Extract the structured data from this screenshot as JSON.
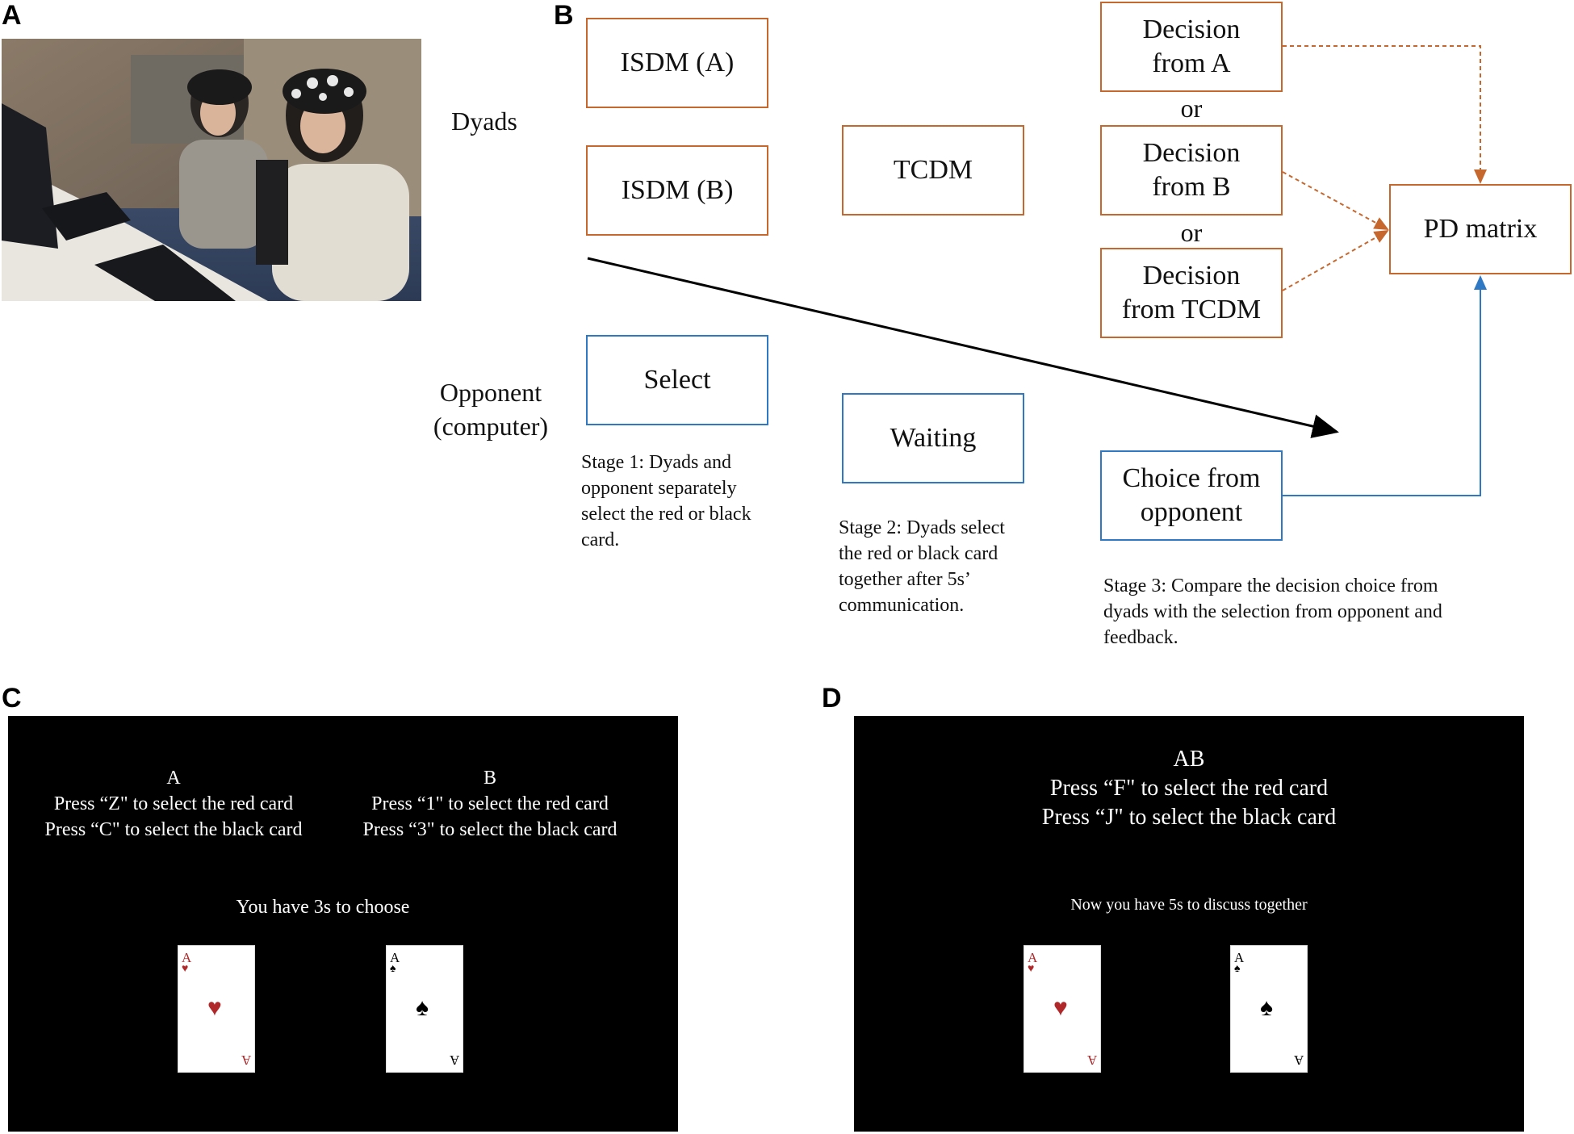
{
  "panel_letters": {
    "a": "A",
    "b": "B",
    "c": "C",
    "d": "D"
  },
  "panel_a": {
    "side_label": "Dyads"
  },
  "panel_b": {
    "row_label_opponent": "Opponent\n(computer)",
    "isdm_a": "ISDM (A)",
    "isdm_b": "ISDM (B)",
    "tcdm": "TCDM",
    "decision_a": "Decision\nfrom A",
    "or_1": "or",
    "decision_b": "Decision\nfrom B",
    "or_2": "or",
    "decision_tcdm": "Decision\nfrom TCDM",
    "pd_matrix": "PD matrix",
    "select": "Select",
    "waiting": "Waiting",
    "choice_opponent": "Choice from\nopponent",
    "stage1": "Stage 1: Dyads and\nopponent separately\nselect the red or black\ncard.",
    "stage2": "Stage 2: Dyads select\nthe red or black card\ntogether after 5s’\ncommunication.",
    "stage3": "Stage 3: Compare the decision choice from\ndyads with the selection from opponent and\nfeedback.",
    "colors": {
      "orange": "#c6682e",
      "blue": "#2f78c4",
      "black": "#000000"
    }
  },
  "panel_c": {
    "a_title": "A",
    "a_line1": "Press “Z\" to select the red card",
    "a_line2": "Press “C\" to select the black card",
    "b_title": "B",
    "b_line1": "Press “1\" to select the red card",
    "b_line2": "Press “3\" to select the black card",
    "timer": "You have 3s to choose",
    "red_card": {
      "rank": "A",
      "suit": "♥",
      "color": "#b0282a"
    },
    "black_card": {
      "rank": "A",
      "suit": "♠",
      "color": "#000000"
    }
  },
  "panel_d": {
    "title": "AB",
    "line1": "Press “F\" to select the red card",
    "line2": "Press “J\" to select the black card",
    "discuss": "Now you have 5s to discuss together",
    "red_card": {
      "rank": "A",
      "suit": "♥",
      "color": "#b0282a"
    },
    "black_card": {
      "rank": "A",
      "suit": "♠",
      "color": "#000000"
    }
  }
}
